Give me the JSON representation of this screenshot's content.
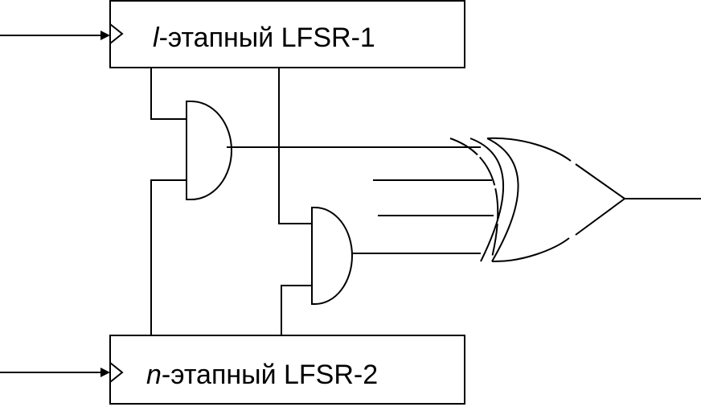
{
  "lfsr1": {
    "prefix": "l",
    "middle": "-этапный LFSR",
    "suffix": "-1"
  },
  "lfsr2": {
    "prefix": "n",
    "middle": "-этапный LFSR",
    "suffix": "-2"
  },
  "icons": {
    "input_arrow": "arrow-right-icon",
    "clock": "clock-triangle-icon",
    "and_gate": "and-gate-icon",
    "xor_gate": "xor-gate-icon"
  }
}
